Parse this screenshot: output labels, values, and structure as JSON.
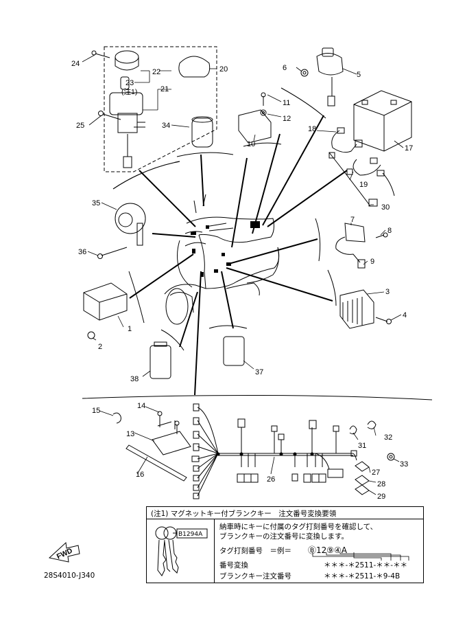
{
  "diagram_code": "28S4010-J340",
  "fwd_label": "FWD",
  "parts": [
    {
      "id": "1",
      "text": "1"
    },
    {
      "id": "2",
      "text": "2"
    },
    {
      "id": "3",
      "text": "3"
    },
    {
      "id": "4",
      "text": "4"
    },
    {
      "id": "5",
      "text": "5"
    },
    {
      "id": "6",
      "text": "6"
    },
    {
      "id": "7",
      "text": "7"
    },
    {
      "id": "8",
      "text": "8"
    },
    {
      "id": "9",
      "text": "9"
    },
    {
      "id": "10",
      "text": "10"
    },
    {
      "id": "11",
      "text": "11"
    },
    {
      "id": "12",
      "text": "12"
    },
    {
      "id": "13",
      "text": "13"
    },
    {
      "id": "14",
      "text": "14"
    },
    {
      "id": "15",
      "text": "15"
    },
    {
      "id": "16",
      "text": "16"
    },
    {
      "id": "17",
      "text": "17"
    },
    {
      "id": "18",
      "text": "18"
    },
    {
      "id": "19",
      "text": "19"
    },
    {
      "id": "20",
      "text": "20"
    },
    {
      "id": "21",
      "text": "21"
    },
    {
      "id": "22",
      "text": "22"
    },
    {
      "id": "23",
      "text": "23"
    },
    {
      "id": "24",
      "text": "24"
    },
    {
      "id": "25",
      "text": "25"
    },
    {
      "id": "26",
      "text": "26"
    },
    {
      "id": "27",
      "text": "27"
    },
    {
      "id": "28",
      "text": "28"
    },
    {
      "id": "29",
      "text": "29"
    },
    {
      "id": "30",
      "text": "30"
    },
    {
      "id": "31",
      "text": "31"
    },
    {
      "id": "32",
      "text": "32"
    },
    {
      "id": "33",
      "text": "33"
    },
    {
      "id": "34",
      "text": "34"
    },
    {
      "id": "35",
      "text": "35"
    },
    {
      "id": "36",
      "text": "36"
    },
    {
      "id": "37",
      "text": "37"
    },
    {
      "id": "38",
      "text": "38"
    }
  ],
  "note_ref": "(注1)",
  "note_box": {
    "title": "(注1) マグネットキー付ブランクキー　注文番号変換要領",
    "line1": "納車時にキーに付属のタグ打刻番号を確認して、",
    "line2": "ブランクキーの注文番号に変換します。",
    "tag_label": "タグ打刻番号　＝例＝",
    "tag_example": "Ⓑ12⑨④A",
    "conv_label": "番号変換",
    "conv_value": "＊＊＊-＊2511-＊＊-＊＊",
    "order_label": "ブランクキー注文番号",
    "order_value": "＊＊＊-＊2511-＊9-4B",
    "key_tag": "B1294A"
  }
}
